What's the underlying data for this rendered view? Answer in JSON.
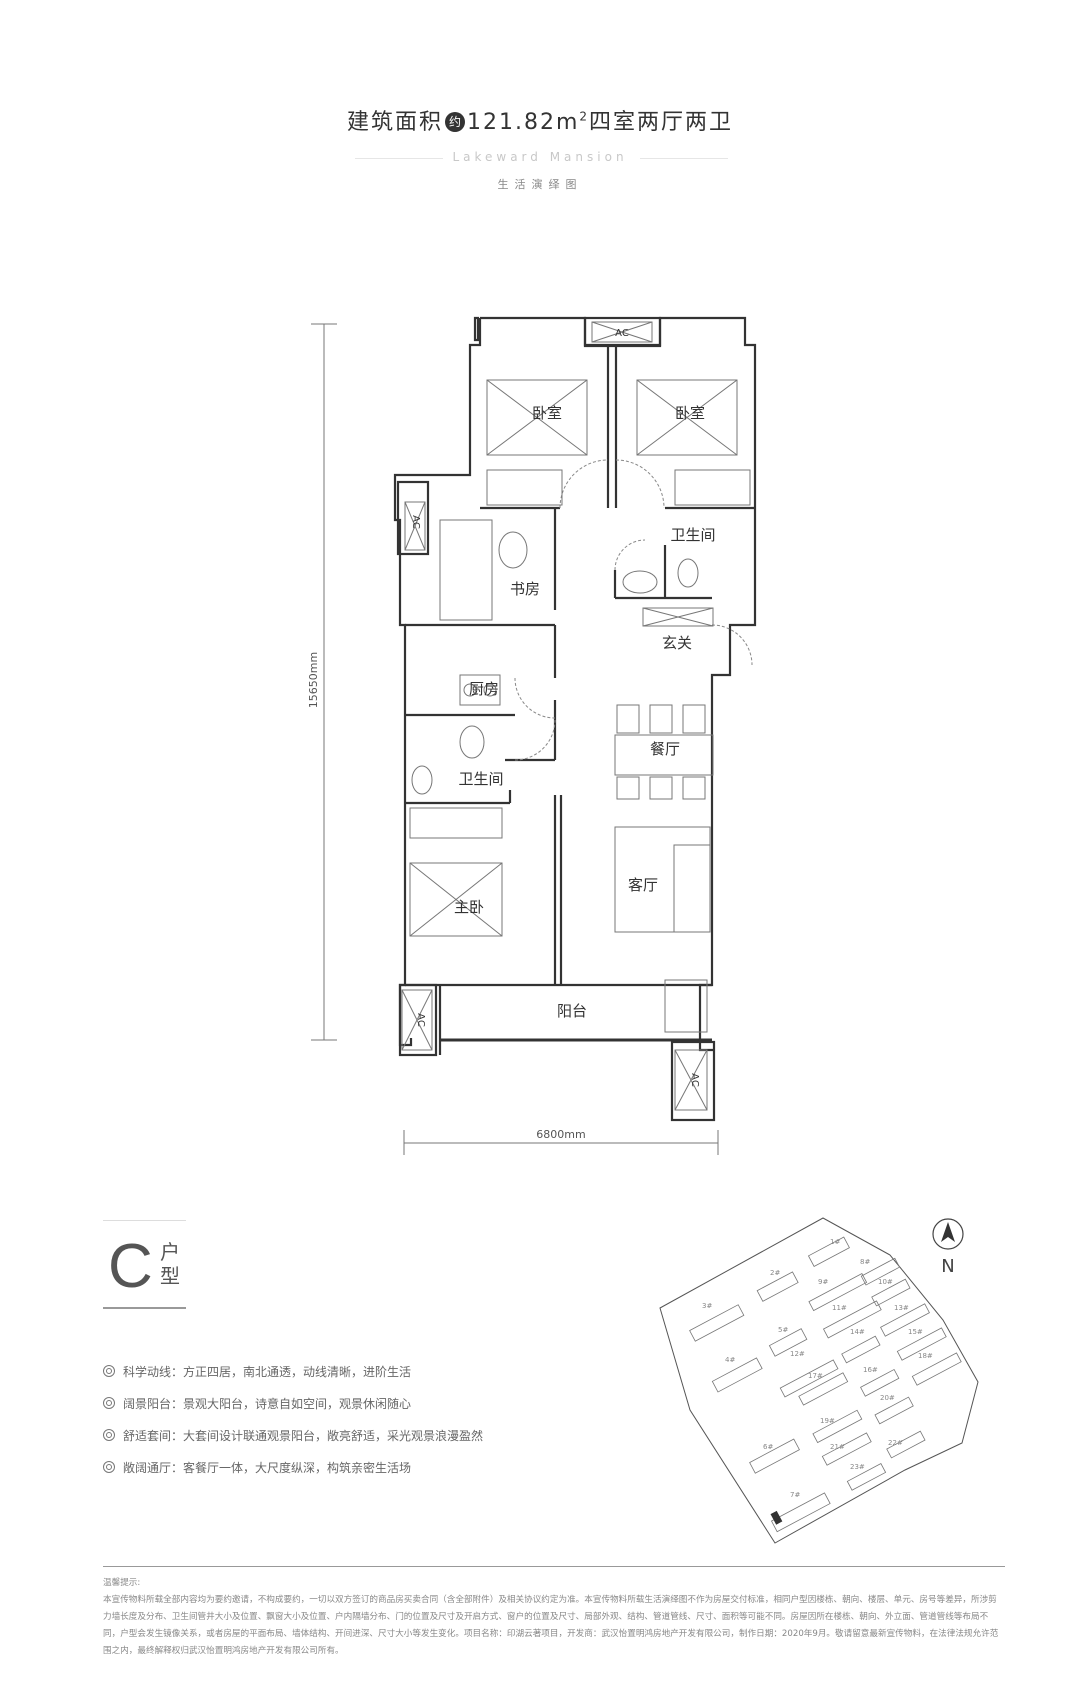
{
  "header": {
    "title_prefix": "建筑面积",
    "title_badge": "约",
    "title_area": "121.82m",
    "title_area_sup": "2",
    "title_suffix": "四室两厅两卫",
    "subtitle": "Lakeward Mansion",
    "caption": "生活演绎图"
  },
  "floorplan": {
    "dimension_vertical": "15650mm",
    "dimension_horizontal": "6800mm",
    "rooms": {
      "bedroom_nw": "卧室",
      "bedroom_ne": "卧室",
      "bathroom_ne": "卫生间",
      "study": "书房",
      "entrance": "玄关",
      "kitchen": "厨房",
      "dining": "餐厅",
      "bathroom_w": "卫生间",
      "living": "客厅",
      "master_bedroom": "主卧",
      "balcony": "阳台"
    },
    "ac_label": "AC"
  },
  "unit_type": {
    "letter": "C",
    "label_line1": "户",
    "label_line2": "型"
  },
  "features": [
    {
      "title": "科学动线：",
      "text": "方正四居，南北通透，动线清晰，进阶生活"
    },
    {
      "title": "阔景阳台：",
      "text": "景观大阳台，诗意自如空间，观景休闲随心"
    },
    {
      "title": "舒适套间：",
      "text": "大套间设计联通观景阳台，敞亮舒适，采光观景浪漫盈然"
    },
    {
      "title": "敞阔通厅：",
      "text": "客餐厅一体，大尺度纵深，构筑亲密生活场"
    }
  ],
  "site_map": {
    "compass_label": "N",
    "buildings": [
      "1#",
      "2#",
      "3#",
      "4#",
      "5#",
      "6#",
      "7#",
      "8#",
      "9#",
      "10#",
      "11#",
      "12#",
      "13#",
      "14#",
      "15#",
      "16#",
      "17#",
      "18#",
      "19#",
      "20#",
      "21#",
      "22#",
      "23#"
    ],
    "highlighted": "7#"
  },
  "disclaimer": {
    "title": "温馨提示:",
    "body": "本宣传物料所载全部内容均为要约邀请，不构成要约，一切以双方签订的商品房买卖合同（含全部附件）及相关协议约定为准。本宣传物料所载生活演绎图不作为房屋交付标准，相同户型因楼栋、朝向、楼层、单元、房号等差异，所涉剪力墙长度及分布、卫生间管井大小及位置、飘窗大小及位置、户内隔墙分布、门的位置及尺寸及开启方式、窗户的位置及尺寸、局部外观、结构、管道管线、尺寸、面积等可能不同。房屋因所在楼栋、朝向、外立面、管道管线等布局不同，户型会发生镜像关系，或者房屋的平面布局、墙体结构、开间进深、尺寸大小等发生变化。项目名称：印湖云著项目，开发商：武汉怡置明鸿房地产开发有限公司，制作日期：2020年9月。敬请留意最新宣传物料，在法律法规允许范围之内，最终解释权归武汉怡置明鸿房地产开发有限公司所有。"
  }
}
